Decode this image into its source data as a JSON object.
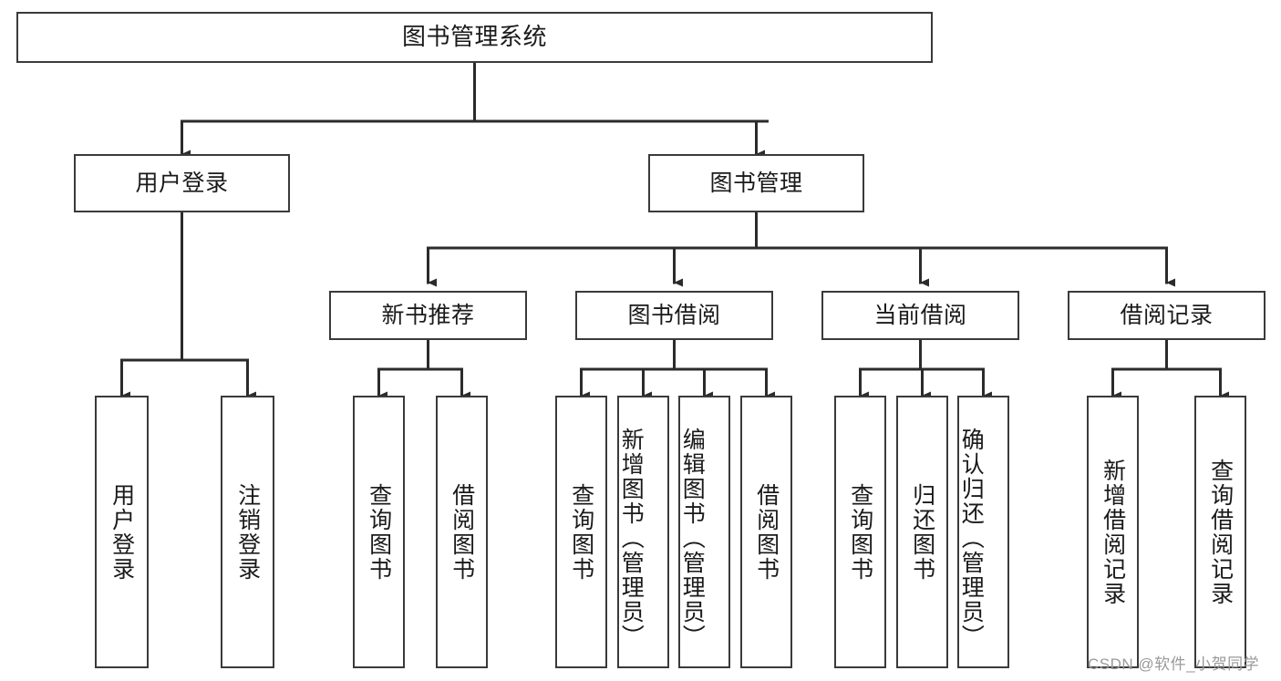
{
  "diagram": {
    "title": "图书管理系统",
    "type": "hierarchy-tree",
    "watermark": "CSDN @软件_小贺同学",
    "colors": {
      "box_border": "#3a3a3a",
      "box_fill": "#ffffff",
      "connector": "#2b2b2b",
      "text": "#1a1a1a",
      "watermark": "#9a9a9a",
      "background": "#ffffff"
    },
    "root": {
      "label": "图书管理系统"
    },
    "tier2": [
      {
        "id": "user-login",
        "label": "用户登录"
      },
      {
        "id": "book-manage",
        "label": "图书管理"
      }
    ],
    "tier3": [
      {
        "id": "new-book-recommend",
        "label": "新书推荐"
      },
      {
        "id": "book-borrow",
        "label": "图书借阅"
      },
      {
        "id": "current-borrow",
        "label": "当前借阅"
      },
      {
        "id": "borrow-record",
        "label": "借阅记录"
      }
    ],
    "leaves": {
      "user_login": [
        {
          "id": "leaf-user-login",
          "label": "用户登录"
        },
        {
          "id": "leaf-logout-login",
          "label": "注销登录"
        }
      ],
      "new_book_recommend": [
        {
          "id": "leaf-query-book-1",
          "label": "查询图书"
        },
        {
          "id": "leaf-borrow-book-1",
          "label": "借阅图书"
        }
      ],
      "book_borrow": [
        {
          "id": "leaf-query-book-2",
          "label": "查询图书"
        },
        {
          "id": "leaf-add-book-admin",
          "label": "新增图书（管理员）"
        },
        {
          "id": "leaf-edit-book-admin",
          "label": "编辑图书（管理员）"
        },
        {
          "id": "leaf-borrow-book-2",
          "label": "借阅图书"
        }
      ],
      "current_borrow": [
        {
          "id": "leaf-query-book-3",
          "label": "查询图书"
        },
        {
          "id": "leaf-return-book",
          "label": "归还图书"
        },
        {
          "id": "leaf-confirm-return-admin",
          "label": "确认归还（管理员）"
        }
      ],
      "borrow_record": [
        {
          "id": "leaf-add-borrow-record",
          "label": "新增借阅记录"
        },
        {
          "id": "leaf-query-borrow-record",
          "label": "查询借阅记录"
        }
      ]
    }
  }
}
